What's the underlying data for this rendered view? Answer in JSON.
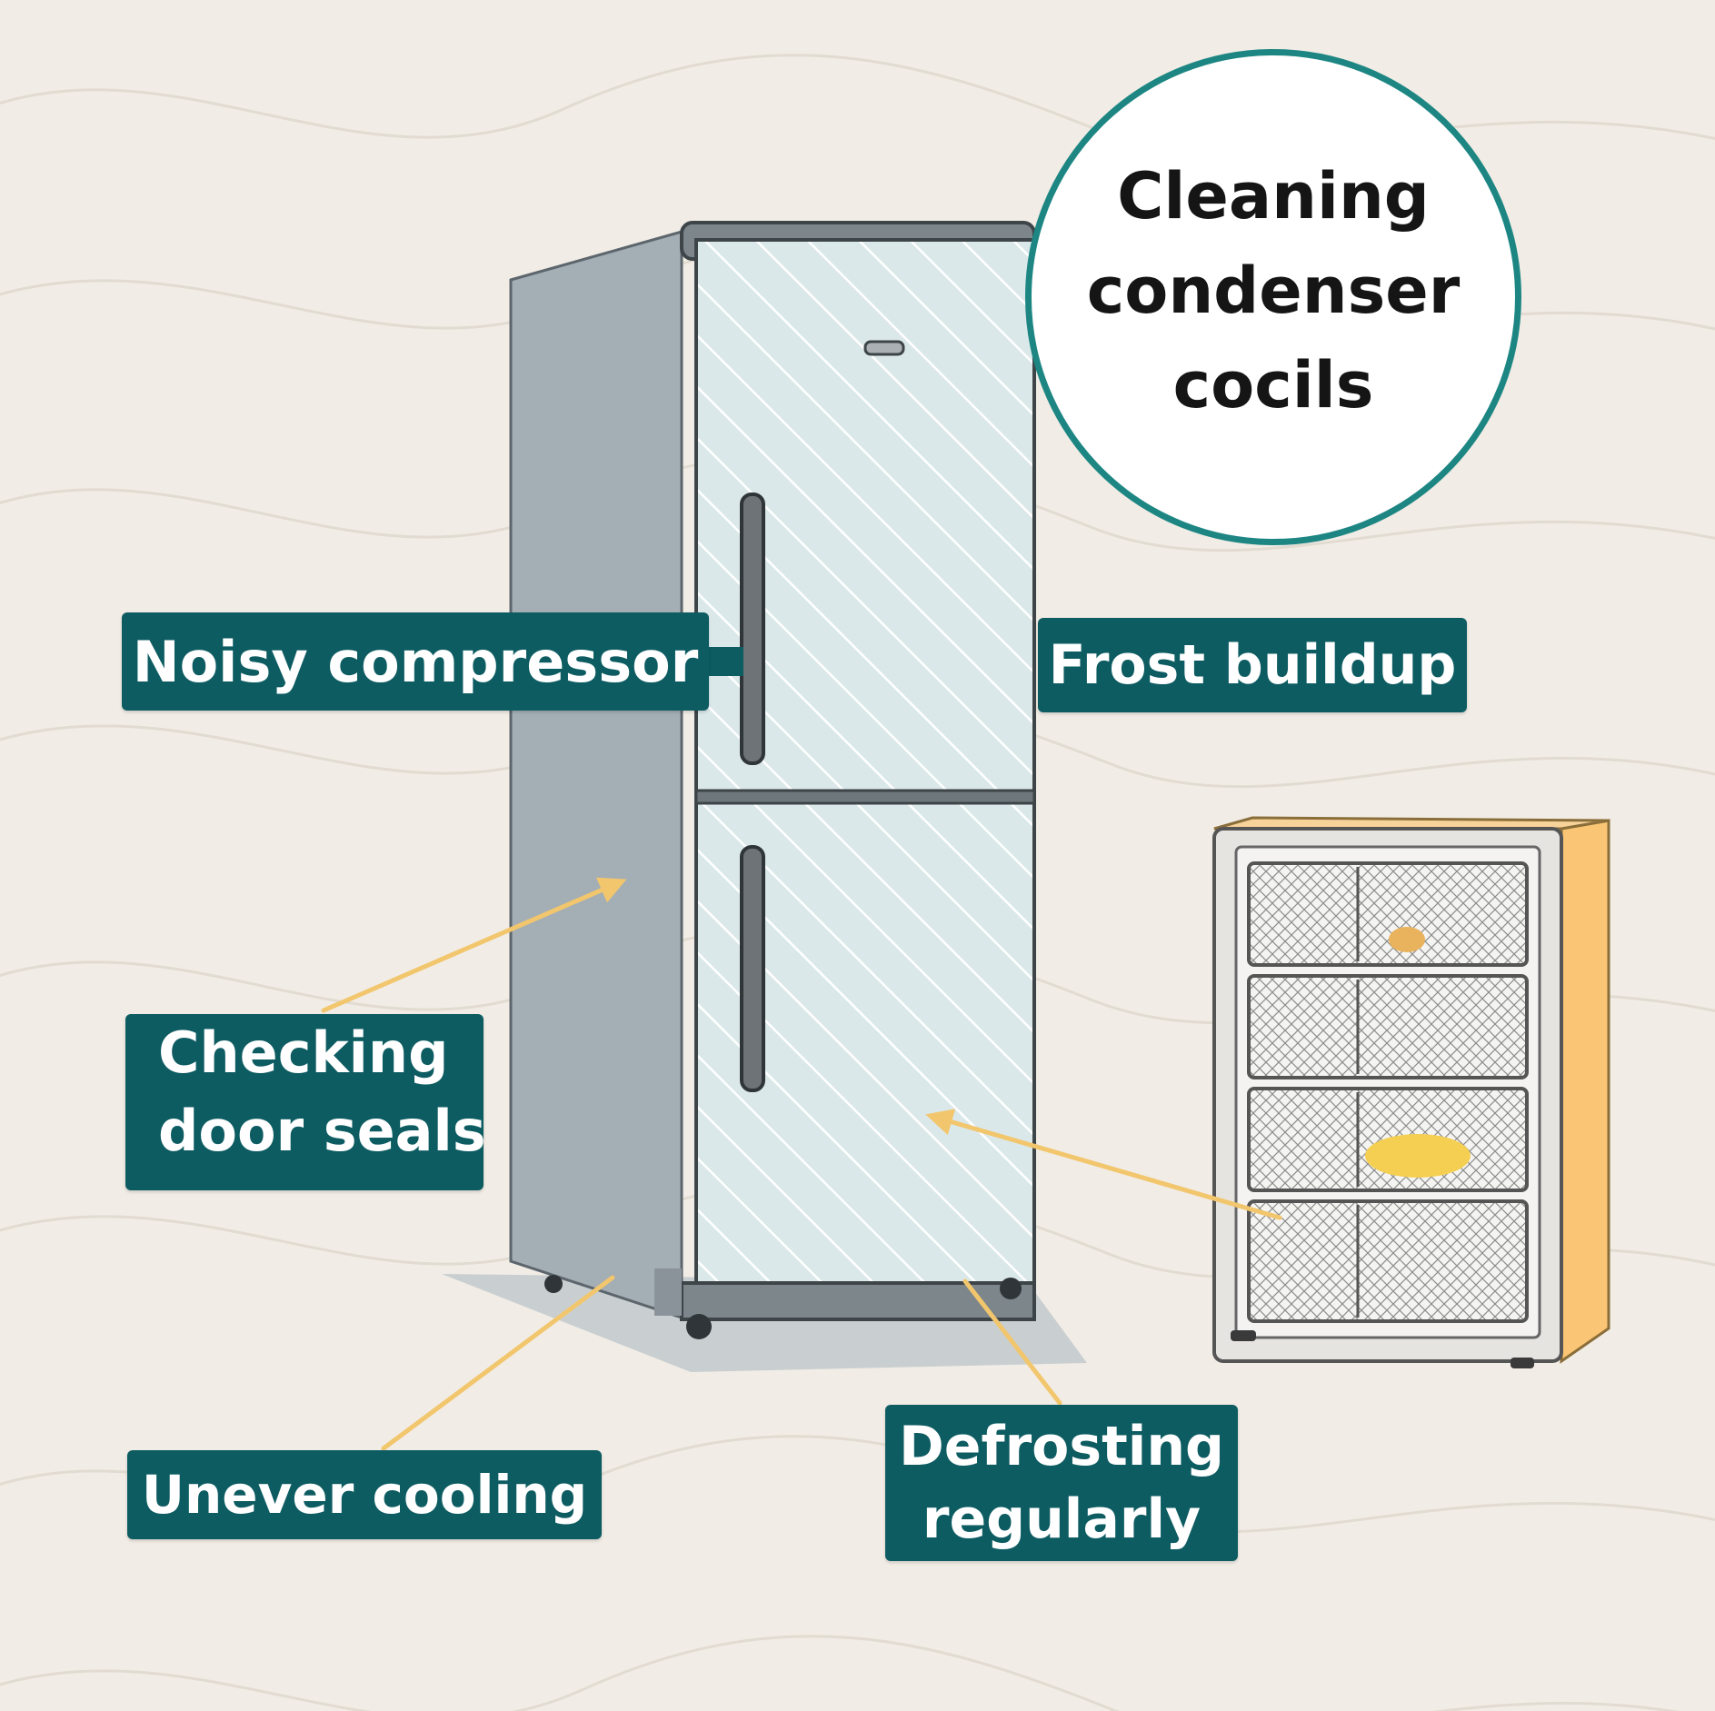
{
  "labels": {
    "noisy_compressor": "Noisy compressor",
    "frost_buildup": "Frost buildup",
    "checking_door_seals": [
      "Checking",
      "door seals"
    ],
    "uneven_cooling": "Unever cooling",
    "defrosting_regularly": [
      "Defrosting",
      "regularly"
    ],
    "cleaning_condenser_coils": [
      "Cleaning",
      "condenser",
      "cocils"
    ]
  },
  "colors": {
    "background": "#f1ece5",
    "label_fill": "#0d5c62",
    "label_text": "#ffffff",
    "bubble_border": "#1d8683",
    "arrow": "#f2c66d",
    "fridge_side": "#a4aeb5",
    "fridge_door": "#dde9ea",
    "freezer_body": "#fac574"
  }
}
